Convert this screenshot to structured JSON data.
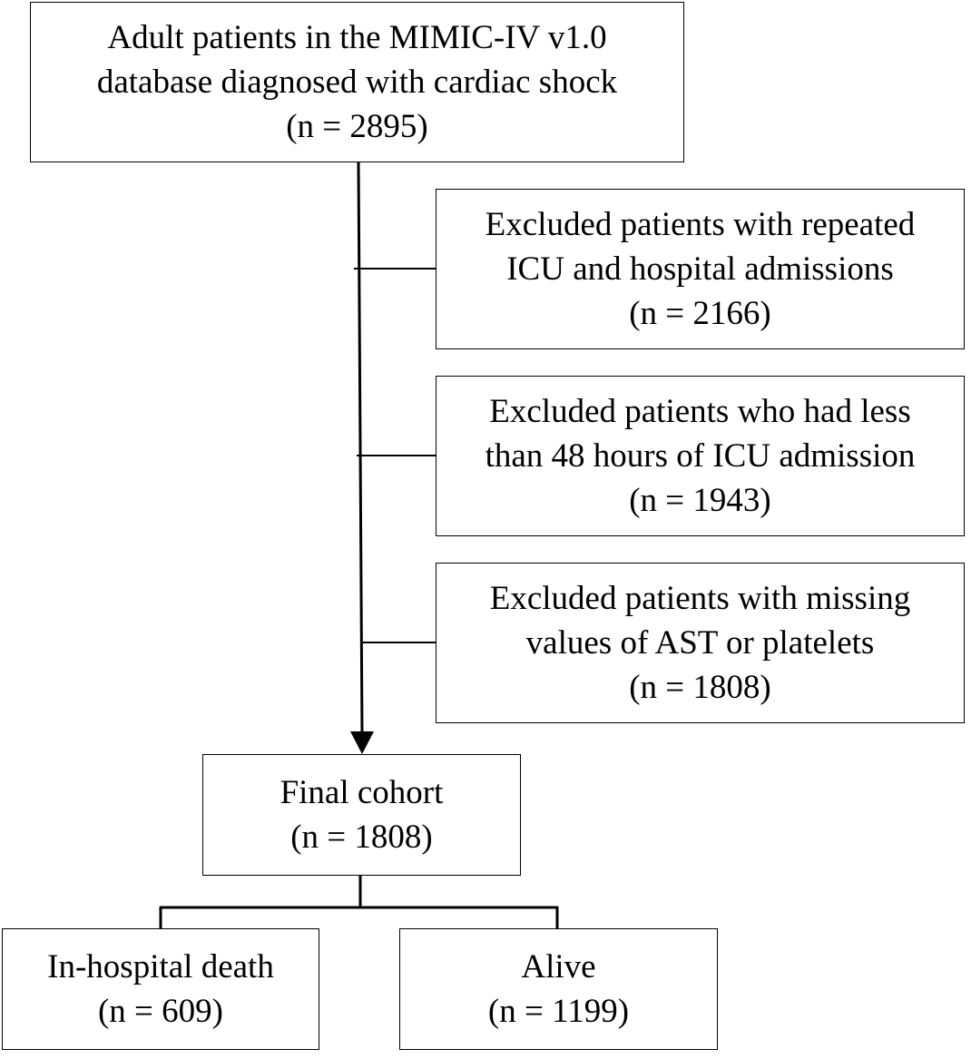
{
  "source": {
    "lines": [
      "Adult patients in the MIMIC-IV v1.0",
      "database diagnosed  with cardiac shock",
      "(n = 2895)"
    ]
  },
  "exclusions": [
    {
      "lines": [
        "Excluded patients with repeated",
        "ICU and hospital admissions",
        "(n = 2166)"
      ]
    },
    {
      "lines": [
        "Excluded patients who had less",
        "than 48 hours of ICU admission",
        "(n = 1943)"
      ]
    },
    {
      "lines": [
        "Excluded patients with missing",
        "values of AST or platelets",
        "(n = 1808)"
      ]
    }
  ],
  "final": {
    "lines": [
      "Final cohort",
      "(n = 1808)"
    ]
  },
  "outcomes": [
    {
      "lines": [
        "In-hospital death",
        "(n = 609)"
      ]
    },
    {
      "lines": [
        "Alive",
        "(n = 1199)"
      ]
    }
  ]
}
